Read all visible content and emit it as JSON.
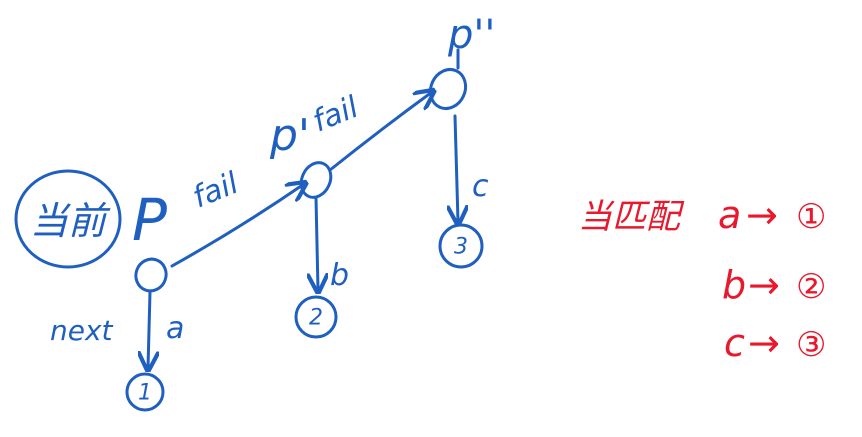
{
  "labels": {
    "current": "当前",
    "p": "P",
    "p_prime": "p'",
    "p_double_prime": "p''",
    "next": "next"
  },
  "edges": {
    "fail1": "fail",
    "fail2": "fail",
    "a": "a",
    "b": "b",
    "c": "c"
  },
  "nodes": {
    "n1": "1",
    "n2": "2",
    "n3": "3"
  },
  "legend": {
    "prefix": "当匹配",
    "rows": [
      {
        "char": "a",
        "arrow": "→",
        "target": "①"
      },
      {
        "char": "b",
        "arrow": "→",
        "target": "②"
      },
      {
        "char": "c",
        "arrow": "→",
        "target": "③"
      }
    ]
  },
  "colors": {
    "blue_ink": "#1f5fc0",
    "red_ink": "#e8192c"
  }
}
